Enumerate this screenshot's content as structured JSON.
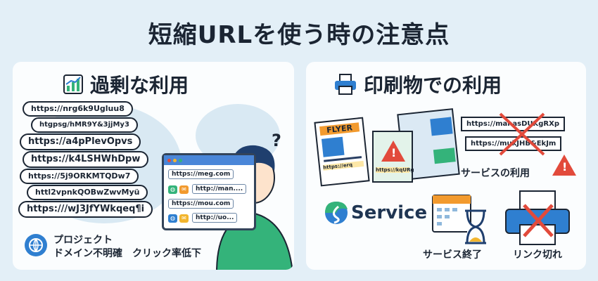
{
  "title": "短縮URLを使う時の注意点",
  "left": {
    "heading": "過剰な利用",
    "heading_icon": "chart-icon",
    "bubbles": [
      "https://nrg6k9Ugluu8",
      "htgpsg/hMR9Y&3jjMy3",
      "https://a4pPlevOpvs",
      "https://k4LSHWhDpw",
      "https://5j9ORKMTQDw7",
      "httl2vpnkQOBwZwvMyü",
      "https:///wJ3JfYWkqeq¶i"
    ],
    "screen_urls": [
      "https://meg.com",
      "http://man....",
      "https://mou.com",
      "http://uo..."
    ],
    "question_mark": "?",
    "footer": {
      "icon": "globe-icon",
      "line1": "プロジェクト",
      "line2a": "ドメイン不明確",
      "line2b": "クリック率低下"
    }
  },
  "right": {
    "heading": "印刷物での利用",
    "heading_icon": "printer-icon",
    "flyer_label": "FLYER",
    "flyer_urls": [
      "https://erq",
      "https://kqURg"
    ],
    "crossed_urls": [
      "https://manasDUKgRXp",
      "https://mukJHB&EkJm"
    ],
    "service_usage": "サービスの利用",
    "service_logo": "Service",
    "service_end": "サービス終了",
    "link_broken": "リンク切れ"
  },
  "colors": {
    "background": "#e3eff7",
    "panel": "#fbfdfe",
    "accent_blue": "#2f7fd0",
    "warning_red": "#e24a3b",
    "green": "#34b37a",
    "orange": "#f29a2e"
  }
}
